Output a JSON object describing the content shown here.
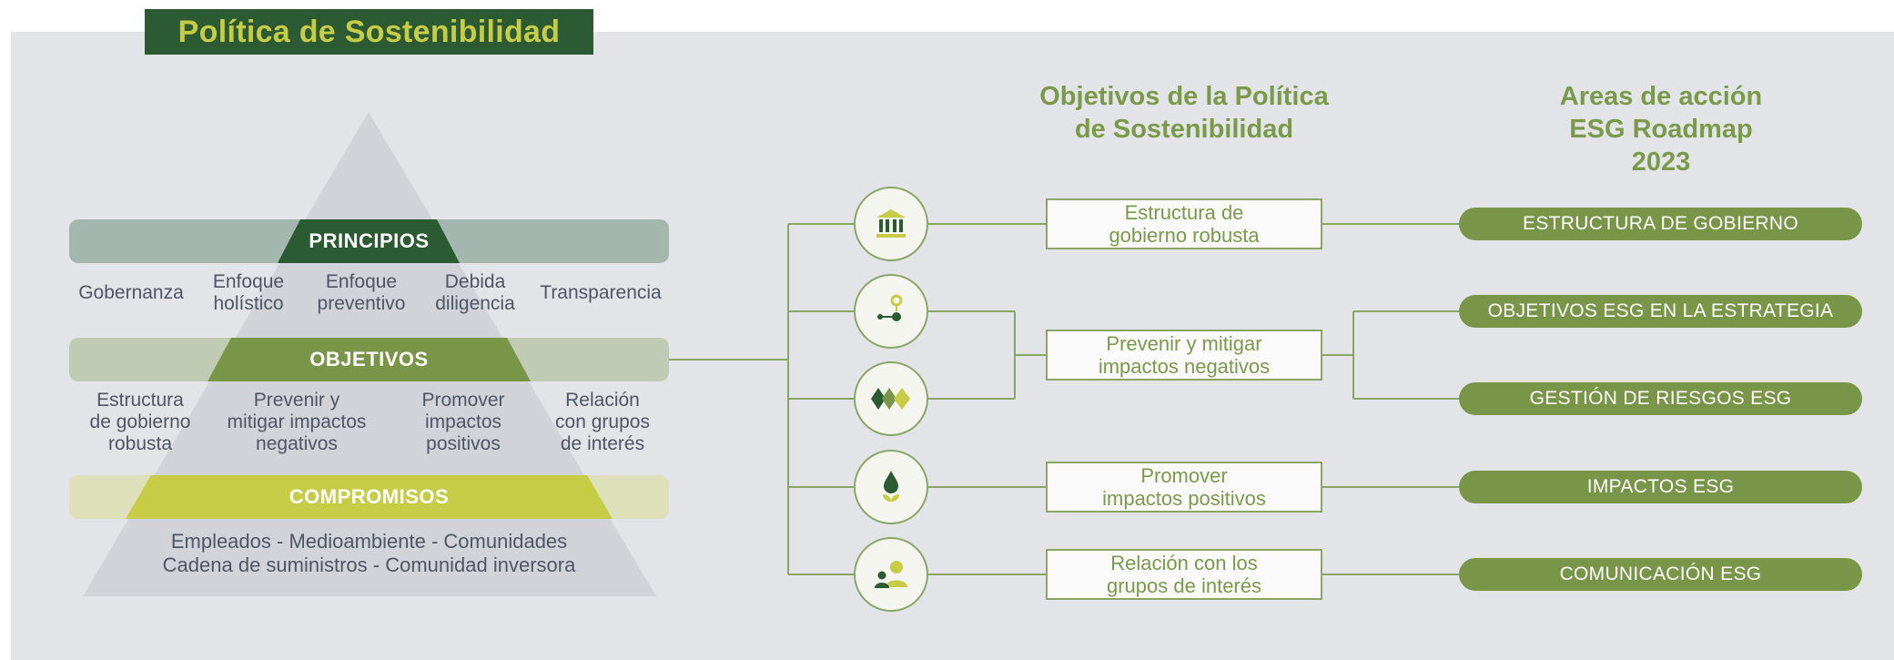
{
  "title": "Política de Sostenibilidad",
  "pyramid": {
    "principios": {
      "label": "PRINCIPIOS",
      "items": [
        "Gobernanza",
        "Enfoque\nholístico",
        "Enfoque\npreventivo",
        "Debida\ndiligencia",
        "Transparencia"
      ]
    },
    "objetivos": {
      "label": "OBJETIVOS",
      "items": [
        "Estructura\nde gobierno\nrobusta",
        "Prevenir y\nmitigar impactos\nnegativos",
        "Promover\nimpactos\npositivos",
        "Relación\ncon grupos\nde interés"
      ]
    },
    "compromisos": {
      "label": "COMPROMISOS",
      "lines": [
        "Empleados - Medioambiente - Comunidades",
        "Cadena de suministros - Comunidad inversora"
      ]
    }
  },
  "columns": {
    "objetivos_heading": "Objetivos de la Política\nde Sostenibilidad",
    "areas_heading": "Areas de acción\nESG Roadmap 2023"
  },
  "icons": [
    "building-icon",
    "route-pin-icon",
    "diamonds-icon",
    "leaf-drop-icon",
    "people-icon"
  ],
  "objectives": [
    "Estructura de\ngobierno robusta",
    "Prevenir y mitigar\nimpactos negativos",
    "Promover\nimpactos positivos",
    "Relación con los\ngrupos de interés"
  ],
  "areas": [
    "ESTRUCTURA DE GOBIERNO",
    "OBJETIVOS ESG EN LA ESTRATEGIA",
    "GESTIÓN DE RIESGOS ESG",
    "IMPACTOS ESG",
    "COMUNICACIÓN ESG"
  ],
  "colors": {
    "dark_green": "#2b5a33",
    "mid_green": "#799648",
    "lime": "#c6cc45",
    "text_green": "#7a9a4a",
    "panel": "#e3e4e8"
  }
}
